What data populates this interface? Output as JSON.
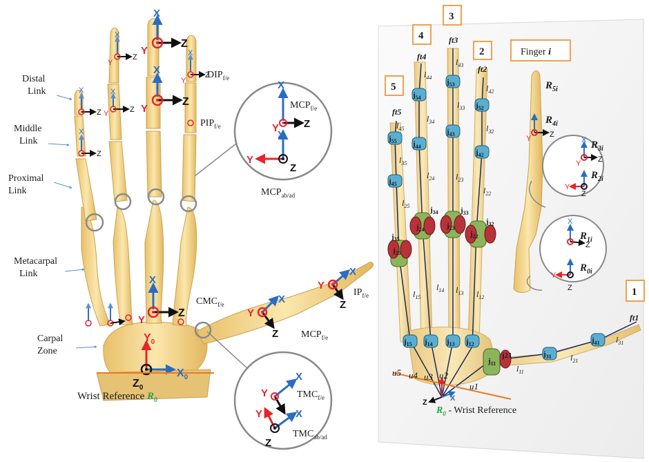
{
  "left_figure": {
    "labels": {
      "distal_link": [
        "Distal",
        "Link"
      ],
      "middle_link": [
        "Middle",
        "Link"
      ],
      "proximal_link": [
        "Proximal",
        "Link"
      ],
      "metacarpal_link": [
        "Metacarpal",
        "Link"
      ],
      "carpal_zone": [
        "Carpal",
        "Zone"
      ],
      "wrist_reference": "Wrist Reference ",
      "wrist_reference_symbol": "R",
      "wrist_reference_sub": "0"
    },
    "joints": {
      "dip": {
        "main": "DIP",
        "sub": "f/e"
      },
      "pip": {
        "main": "PIP",
        "sub": "f/e"
      },
      "mcp_inset": {
        "main": "MCP",
        "sub": "f/e"
      },
      "mcp_abad": {
        "main": "MCP",
        "sub": "ab/ad"
      },
      "cmc": {
        "main": "CMC",
        "sub": "f/e"
      },
      "mcp_thumb": {
        "main": "MCP",
        "sub": "f/e"
      },
      "ip": {
        "main": "IP",
        "sub": "f/e"
      },
      "tmc_fe": {
        "main": "TMC",
        "sub": "f/e"
      },
      "tmc_abad": {
        "main": "TMC",
        "sub": "ab/ad"
      }
    },
    "axes": {
      "x": "X",
      "y": "Y",
      "z": "Z",
      "y0": "Y",
      "x0": "X",
      "z0": "Z",
      "zero": "0"
    }
  },
  "right_figure": {
    "finger_numbers": [
      "1",
      "2",
      "3",
      "4",
      "5"
    ],
    "finger_i": {
      "text": "Finger ",
      "i": "i"
    },
    "wrist_reference": {
      "r": "R",
      "sub": "0",
      "text": " - Wrist Reference"
    },
    "frame_labels": {
      "r5": "R",
      "r5_sub": "5i",
      "r4": "R",
      "r4_sub": "4i",
      "r3": "R",
      "r3_sub": "3i",
      "r2": "R",
      "r2_sub": "2i",
      "r1": "R",
      "r1_sub": "1i",
      "r0": "R",
      "r0_sub": "0i"
    },
    "fingertips": {
      "ft1": "ft1",
      "ft2": "ft2",
      "ft3": "ft3",
      "ft4": "ft4",
      "ft5": "ft5"
    },
    "joint_labels": [
      "j11",
      "j21",
      "j31",
      "j41",
      "j12",
      "j22",
      "j32",
      "j42",
      "j52",
      "j13",
      "j23",
      "j33",
      "j43",
      "j53",
      "j14",
      "j24",
      "j34",
      "j44",
      "j54",
      "j15",
      "j25",
      "j35",
      "j45",
      "j55"
    ],
    "link_labels": [
      "l11",
      "l21",
      "l31",
      "l12",
      "l22",
      "l32",
      "l42",
      "l13",
      "l23",
      "l33",
      "l43",
      "l14",
      "l24",
      "l34",
      "l44",
      "l15",
      "l25",
      "l35",
      "l45"
    ],
    "u_labels": [
      "u1",
      "u2",
      "u3",
      "u4",
      "u5"
    ]
  },
  "colors": {
    "bone": "#f2d592",
    "bone_edge": "#c9a24f",
    "axis_x": "#2a6cc4",
    "axis_y": "#e8232a",
    "axis_z": "#111111",
    "callout": "#f0a050",
    "joint_blue": "#5aaed1",
    "joint_green": "#8cb45a",
    "joint_red": "#b8323a",
    "green_label": "#2aa050"
  }
}
